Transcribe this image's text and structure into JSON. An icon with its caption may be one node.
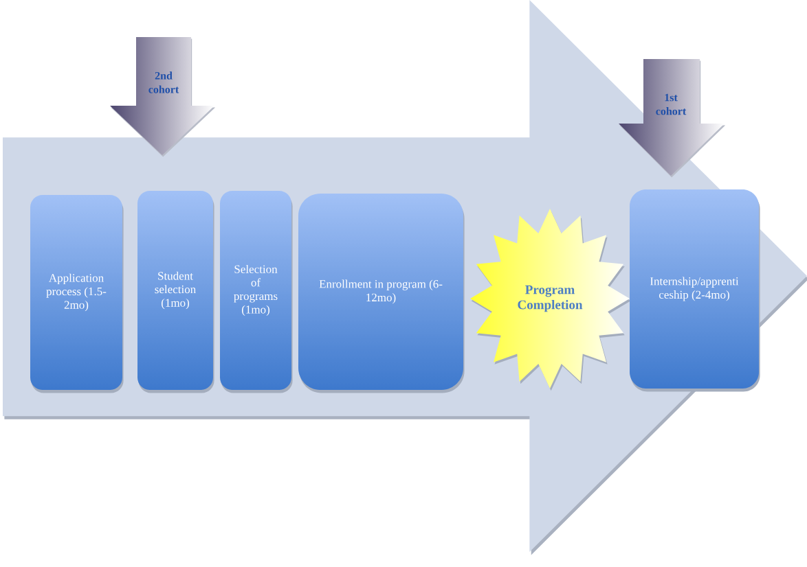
{
  "diagram": {
    "nodes": [
      {
        "text": [],
        "shape": "arrow"
      },
      {
        "text": [
          "2nd cohort"
        ]
      },
      {
        "text": [
          "1st cohort"
        ]
      },
      {
        "text": [
          "Application process (1.5- 2mo)"
        ],
        "in": 0
      },
      {
        "text": [
          "Student selection (1mo)"
        ],
        "in": 0
      },
      {
        "text": [
          "Selection of programs (1mo)"
        ],
        "in": 0
      },
      {
        "text": [
          "Enrollment in program (6- 12mo)"
        ],
        "in": 0
      },
      {
        "text": [
          "Program Completion"
        ],
        "in": 0
      },
      {
        "text": [
          "Internship/apprenti ceship (2-4mo)"
        ],
        "in": 0
      }
    ]
  }
}
